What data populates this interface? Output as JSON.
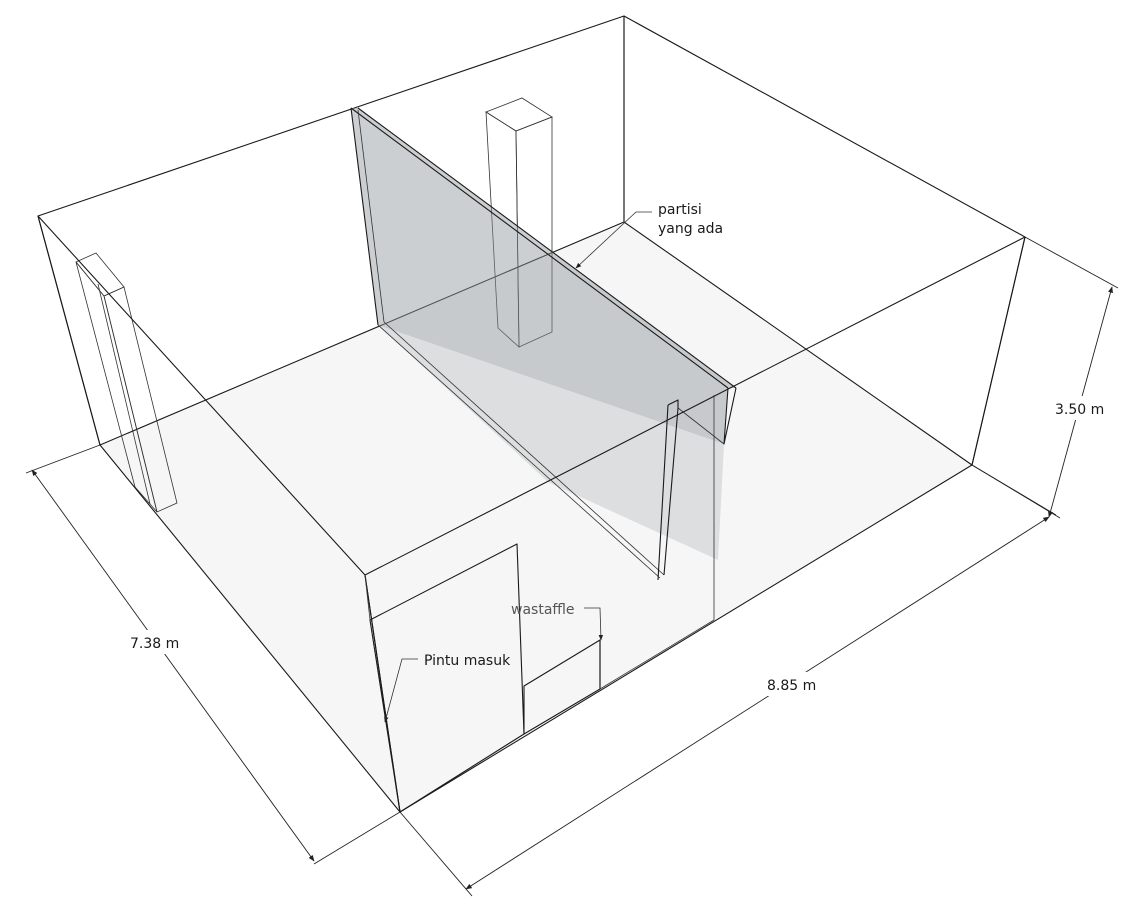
{
  "dimensions": {
    "width": "8.85 m",
    "depth": "7.38 m",
    "height": "3.50 m"
  },
  "annotations": {
    "partition_line1": "partisi",
    "partition_line2": "yang ada",
    "sink": "wastaffle",
    "entrance_door": "Pintu masuk"
  },
  "colors": {
    "floor": "#f6f6f6",
    "wall": "#c7cbcf",
    "wall_dark": "#b4b8bc",
    "line": "#1a1a1a"
  }
}
